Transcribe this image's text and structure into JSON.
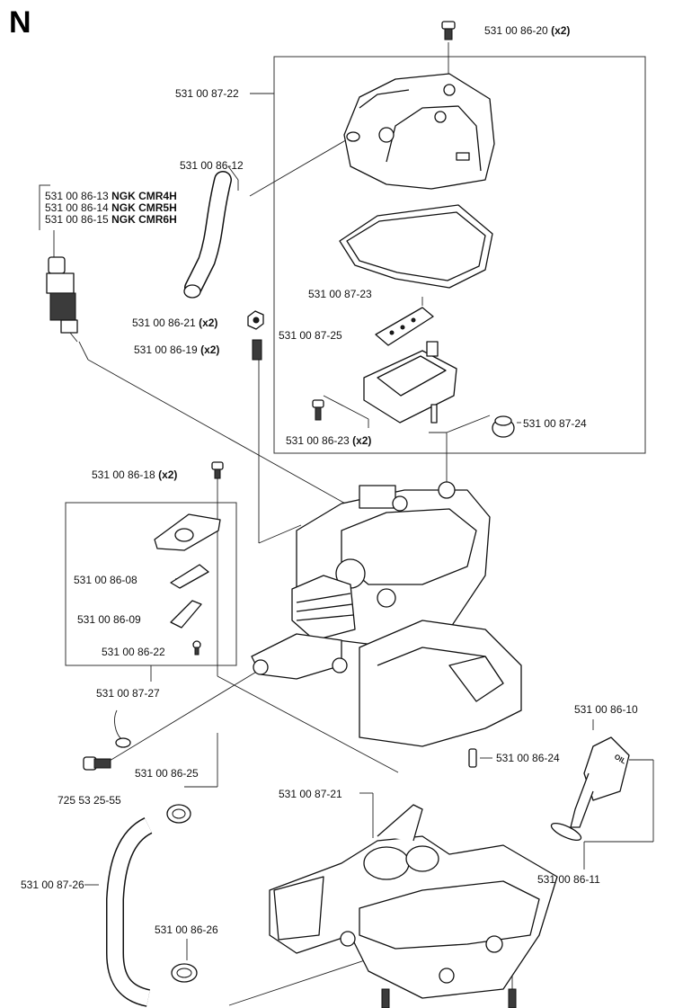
{
  "section_letter": "N",
  "labels": {
    "p_86_20": {
      "num": "531 00 86-20",
      "qty": "(x2)"
    },
    "p_87_22": {
      "num": "531 00 87-22"
    },
    "p_86_12": {
      "num": "531 00 86-12"
    },
    "spark_1": {
      "num": "531 00 86-13",
      "name": "NGK CMR4H"
    },
    "spark_2": {
      "num": "531 00 86-14",
      "name": "NGK CMR5H"
    },
    "spark_3": {
      "num": "531 00 86-15",
      "name": "NGK CMR6H"
    },
    "p_87_23": {
      "num": "531 00 87-23"
    },
    "p_86_21": {
      "num": "531 00 86-21",
      "qty": "(x2)"
    },
    "p_87_25": {
      "num": "531 00 87-25"
    },
    "p_86_19": {
      "num": "531 00 86-19",
      "qty": "(x2)"
    },
    "p_87_24": {
      "num": "531 00 87-24"
    },
    "p_86_23": {
      "num": "531 00 86-23",
      "qty": "(x2)"
    },
    "p_86_18": {
      "num": "531 00 86-18",
      "qty": "(x2)"
    },
    "p_86_08": {
      "num": "531 00 86-08"
    },
    "p_86_09": {
      "num": "531 00 86-09"
    },
    "p_86_22": {
      "num": "531 00 86-22"
    },
    "p_87_27": {
      "num": "531 00 87-27"
    },
    "p_86_10": {
      "num": "531 00 86-10"
    },
    "p_86_24": {
      "num": "531 00 86-24"
    },
    "p_725": {
      "num": "725 53 25-55"
    },
    "p_86_25": {
      "num": "531 00 86-25"
    },
    "p_87_21": {
      "num": "531 00 87-21"
    },
    "p_86_11": {
      "num": "531 00 86-11"
    },
    "p_87_26": {
      "num": "531 00 87-26"
    },
    "p_86_26": {
      "num": "531 00 86-26"
    }
  },
  "oil_cap_text": "OIL"
}
